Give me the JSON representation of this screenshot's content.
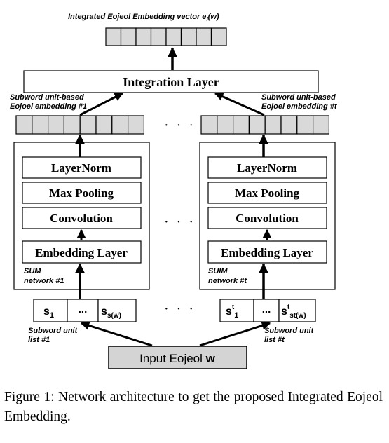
{
  "diagram": {
    "top_title": "Integrated Eojeol Embedding vector e",
    "top_title_sub": "I",
    "top_title_tail": "(w)",
    "integration_layer": "Integration Layer",
    "left_vector_label_line1": "Subword unit-based",
    "left_vector_label_line2": "Eojoel embedding #1",
    "right_vector_label_line1": "Subword unit-based",
    "right_vector_label_line2": "Eojoel embedding #t",
    "ellipsis": "· · ·",
    "left_network": {
      "layers": [
        "LayerNorm",
        "Max Pooling",
        "Convolution",
        "Embedding Layer"
      ],
      "label_line1": "SUM",
      "label_line2": "network #1",
      "tokens": {
        "first": "s",
        "first_sub": "1",
        "middle": "...",
        "last": "s",
        "last_sub": "s(w)"
      },
      "list_label_line1": "Subword unit",
      "list_label_line2": "list #1"
    },
    "right_network": {
      "layers": [
        "LayerNorm",
        "Max Pooling",
        "Convolution",
        "Embedding Layer"
      ],
      "label_line1": "SUIM",
      "label_line2": "network #t",
      "tokens": {
        "first": "s",
        "first_sup": "t",
        "first_sub": "1",
        "middle": "...",
        "last": "s",
        "last_sup": "t",
        "last_sub": "st(w)"
      },
      "list_label_line1": "Subword unit",
      "list_label_line2": "list #t"
    },
    "input_box": "Input Eojeol ",
    "input_var": "w"
  },
  "caption": "Figure 1: Network architecture to get the proposed Integrated Eojeol Embedding.",
  "colors": {
    "cell_fill": "#d9d9d9",
    "input_fill": "#d4d4d4",
    "stroke": "#000000"
  }
}
